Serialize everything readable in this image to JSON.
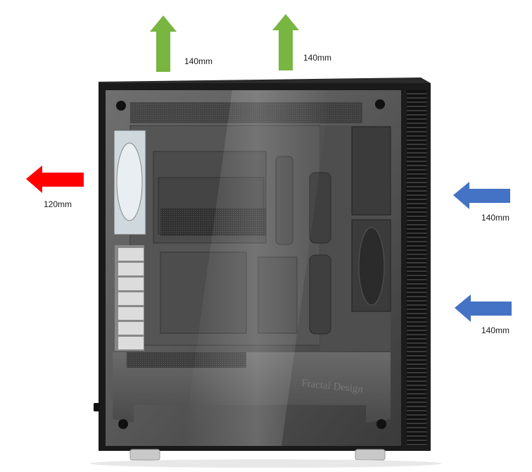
{
  "arrows": {
    "top_left": {
      "direction": "up",
      "color": "#78b541",
      "label": "140mm"
    },
    "top_right": {
      "direction": "up",
      "color": "#78b541",
      "label": "140mm"
    },
    "rear": {
      "direction": "left",
      "color": "#ff0000",
      "label": "120mm"
    },
    "front_top": {
      "direction": "left",
      "color": "#4472c4",
      "label": "140mm"
    },
    "front_bottom": {
      "direction": "left",
      "color": "#4472c4",
      "label": "140mm"
    }
  },
  "case": {
    "logo_text": "Fractal Design"
  }
}
